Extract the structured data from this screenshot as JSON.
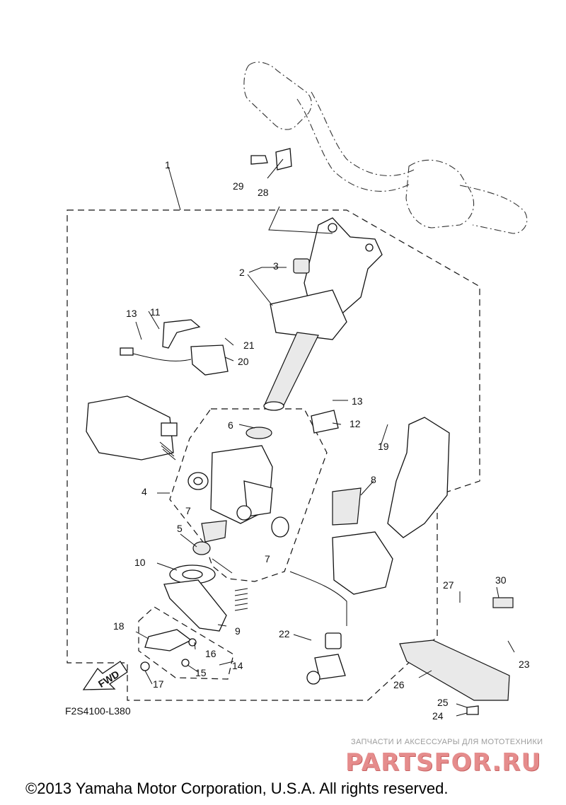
{
  "diagram": {
    "callouts": [
      "1",
      "2",
      "3",
      "4",
      "5",
      "6",
      "7",
      "7",
      "8",
      "9",
      "10",
      "11",
      "12",
      "13",
      "13",
      "14",
      "15",
      "16",
      "17",
      "18",
      "19",
      "20",
      "21",
      "22",
      "23",
      "24",
      "25",
      "26",
      "27",
      "28",
      "29",
      "30"
    ],
    "fwd_label": "FWD",
    "diagram_code": "F2S4100-L380"
  },
  "footer": {
    "copyright": "©2013 Yamaha Motor Corporation, U.S.A. All rights reserved."
  },
  "watermark": {
    "tagline": "ЗАПЧАСТИ И АКСЕССУАРЫ ДЛЯ МОТОТЕХНИКИ",
    "logo": "PARTSFOR.RU"
  }
}
